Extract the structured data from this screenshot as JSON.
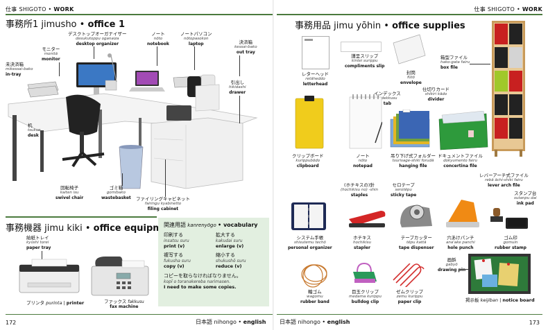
{
  "left_page": {
    "running_head": {
      "jp": "仕事",
      "ro": "SHIGOTO",
      "sep": "•",
      "en": "WORK"
    },
    "section1": {
      "jp": "事務所1",
      "ro": "jimusho",
      "sep": "•",
      "en": "office 1"
    },
    "section2": {
      "jp": "事務機器",
      "ro": "jimu kiki",
      "sep": "•",
      "en": "office equipment"
    },
    "labels": {
      "desktop_organizer": {
        "jp": "デスクトップオーガナイザー",
        "ro": "desukutoppu oganaiza",
        "en": "desktop organizer"
      },
      "note_pc_a": {
        "jp": "ノート",
        "ro": "nōto",
        "en": "notebook"
      },
      "laptop": {
        "jp": "ノートパソコン",
        "ro": "nōtopasokon",
        "en": "laptop"
      },
      "out_tray": {
        "jp": "決済箱",
        "ro": "kessai-bako",
        "en": "out tray"
      },
      "monitor": {
        "jp": "モニター",
        "ro": "monitā",
        "en": "monitor"
      },
      "in_tray": {
        "jp": "未決済箱",
        "ro": "mikessai-bako",
        "en": "in-tray"
      },
      "drawer": {
        "jp": "引出し",
        "ro": "hikidashi",
        "en": "drawer"
      },
      "desk": {
        "jp": "机",
        "ro": "tsukue",
        "en": "desk"
      },
      "swivel_chair": {
        "jp": "回転椅子",
        "ro": "kaiten isu",
        "en": "swivel chair"
      },
      "wastebasket": {
        "jp": "ゴミ箱",
        "ro": "gomibako",
        "en": "wastebasket"
      },
      "filing_cabinet": {
        "jp": "ファイリングキャビネット",
        "ro": "fairingu kyabinetto",
        "en": "filing cabinet"
      },
      "paper_tray": {
        "jp": "給紙トレイ",
        "ro": "kyūshi torei",
        "en": "paper tray"
      },
      "printer": {
        "jp": "プリンタ",
        "ro": "purinta",
        "en": "printer"
      },
      "fax": {
        "jp": "ファックス",
        "ro": "fakkusu",
        "en": "fax machine"
      }
    },
    "vocab": {
      "title_jp": "関連用語",
      "title_ro": "kanrenyōgo",
      "title_en": "vocabulary",
      "items": [
        {
          "jp": "印刷する",
          "ro": "insatsu suru",
          "en": "print (v)"
        },
        {
          "jp": "拡大する",
          "ro": "kakudai suru",
          "en": "enlarge (v)"
        },
        {
          "jp": "複写する",
          "ro": "fukusha suru",
          "en": "copy (v)"
        },
        {
          "jp": "縮小する",
          "ro": "shukushō suru",
          "en": "reduce (v)"
        }
      ],
      "sentence_jp": "コピーを取らなければなりません。",
      "sentence_ro": "kopī o toranakereba narimasen.",
      "sentence_en": "I need to make some copies."
    },
    "footer": {
      "num": "172",
      "jp": "日本語",
      "ro": "nihongo",
      "sep": "•",
      "en": "english"
    }
  },
  "right_page": {
    "running_head": {
      "jp": "仕事",
      "ro": "SHIGOTO",
      "sep": "•",
      "en": "WORK"
    },
    "section": {
      "jp": "事務用品",
      "ro": "jimu yōhin",
      "sep": "•",
      "en": "office supplies"
    },
    "labels": {
      "letterhead": {
        "jp": "レターヘッド",
        "ro": "retāheddo",
        "en": "letterhead"
      },
      "compliments_slip": {
        "jp": "謹呈スリップ",
        "ro": "kintei surippu",
        "en": "compliments slip"
      },
      "envelope": {
        "jp": "封筒",
        "ro": "fūtō",
        "en": "envelope"
      },
      "box_file": {
        "jp": "箱型ファイル",
        "ro": "hako-gata fairu",
        "en": "box file"
      },
      "tab": {
        "jp": "インデックス",
        "ro": "indekkusu",
        "en": "tab"
      },
      "divider": {
        "jp": "仕切りカード",
        "ro": "shikiri kādo",
        "en": "divider"
      },
      "clipboard": {
        "jp": "クリップボード",
        "ro": "kurippubōdo",
        "en": "clipboard"
      },
      "notepad": {
        "jp": "ノート",
        "ro": "nōto",
        "en": "notepad"
      },
      "hanging_file": {
        "jp": "吊り下げ式フォルダー",
        "ro": "tsurisage-shiki forudā",
        "en": "hanging file"
      },
      "concertina_file": {
        "jp": "ドキュメントファイル",
        "ro": "dokyumento fairu",
        "en": "concertina file"
      },
      "lever_arch_file": {
        "jp": "レバーアーチ式ファイル",
        "ro": "rebā āchi-shiki fairu",
        "en": "lever arch file"
      },
      "staples": {
        "jp": "(ホチキスの)針",
        "ro": "(hochikisu no) -shin",
        "en": "staples"
      },
      "sticky_tape": {
        "jp": "セロテープ",
        "ro": "serotēpu",
        "en": "sticky tape"
      },
      "ink_pad": {
        "jp": "スタンプ台",
        "ro": "sutanpu dai",
        "en": "ink pad"
      },
      "personal_organizer": {
        "jp": "システム手帳",
        "ro": "shisutemu techō",
        "en": "personal organizer"
      },
      "stapler": {
        "jp": "ホチキス",
        "ro": "hochikisu",
        "en": "stapler"
      },
      "tape_dispenser": {
        "jp": "テープカッター",
        "ro": "tēpu kattā",
        "en": "tape dispenser"
      },
      "hole_punch": {
        "jp": "穴あけパンチ",
        "ro": "ana'ake panchi",
        "en": "hole punch"
      },
      "rubber_stamp": {
        "jp": "ゴム印",
        "ro": "gomuin",
        "en": "rubber stamp"
      },
      "drawing_pin": {
        "jp": "画鋲",
        "ro": "gabyō",
        "en": "drawing pin"
      },
      "rubber_band": {
        "jp": "輪ゴム",
        "ro": "wagomu",
        "en": "rubber band"
      },
      "bulldog_clip": {
        "jp": "目玉クリップ",
        "ro": "medama kurippu",
        "en": "bulldog clip"
      },
      "paper_clip": {
        "jp": "ゼムクリップ",
        "ro": "zemu kurippu",
        "en": "paper clip"
      },
      "notice_board": {
        "jp": "掲示板",
        "ro": "keijiban",
        "en": "notice board"
      }
    },
    "footer": {
      "num": "173",
      "jp": "日本語",
      "ro": "nihongo",
      "sep": "•",
      "en": "english"
    }
  }
}
